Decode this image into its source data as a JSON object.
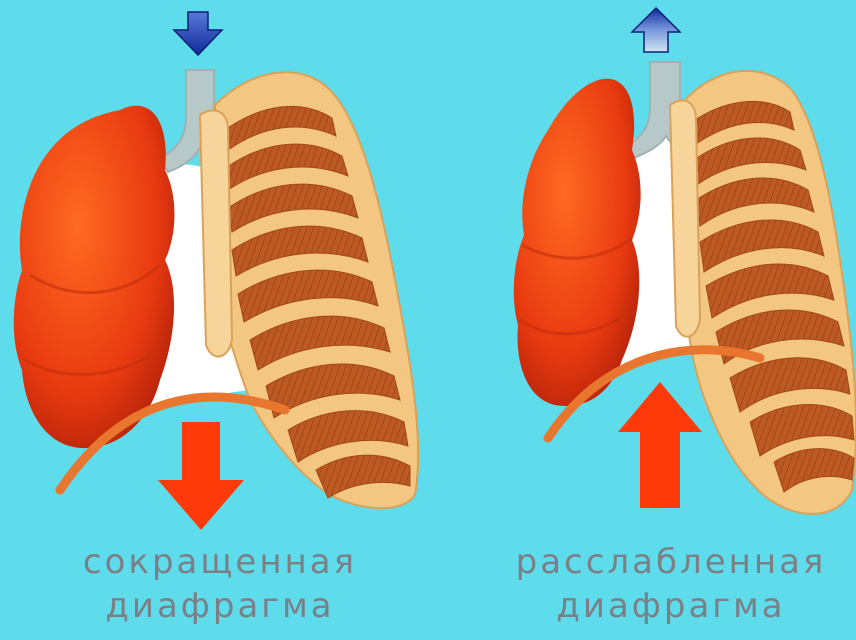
{
  "left_panel": {
    "caption_line1": "сокращенная",
    "caption_line2": "диафрагма",
    "airflow_direction": "down",
    "diaphragm_motion": "down"
  },
  "right_panel": {
    "caption_line1": "расслабленная",
    "caption_line2": "диафрагма",
    "airflow_direction": "up",
    "diaphragm_motion": "up"
  },
  "colors": {
    "background": "#5fdcec",
    "lung": "#e8400f",
    "rib_bone": "#f3c781",
    "rib_muscle": "#b8521f",
    "diaphragm": "#e8762e",
    "trachea": "#b7c8c8",
    "motion_arrow": "#ff3a0a",
    "airflow_arrow": "#1a3aa8",
    "caption_text": "#7b7f86"
  }
}
